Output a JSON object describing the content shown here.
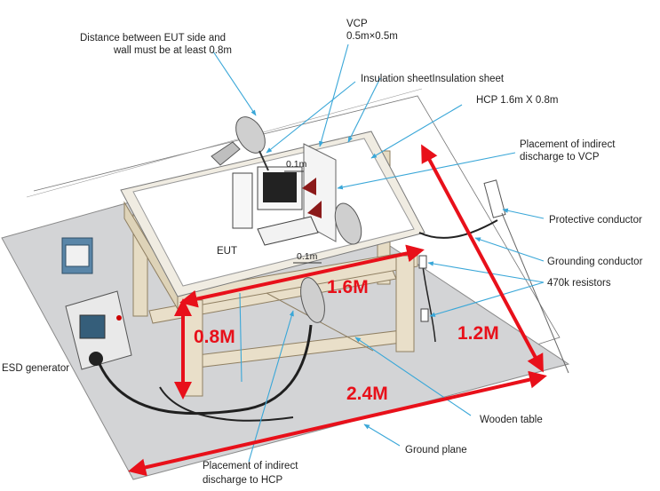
{
  "labels": {
    "distance_line1": "Distance between EUT side and",
    "distance_line2": "wall must be at least 0.8m",
    "vcp_line1": "VCP",
    "vcp_line2": "0.5m×0.5m",
    "insulation": "Insulation sheetInsulation sheet",
    "hcp": "HCP 1.6m X 0.8m",
    "indirect_vcp_line1": "Placement of indirect",
    "indirect_vcp_line2": "discharge to VCP",
    "protective": "Protective conductor",
    "grounding": "Grounding conductor",
    "resistors": "470k  resistors",
    "eut": "EUT",
    "esd": "ESD generator",
    "wooden": "Wooden table",
    "ground_plane": "Ground plane",
    "indirect_hcp_line1": "Placement of indirect",
    "indirect_hcp_line2": "discharge to HCP",
    "gap_vcp": "0.1m",
    "gap_hcp": "0.1m"
  },
  "dimensions": {
    "width_table": "1.6M",
    "height_table": "0.8M",
    "depth_plane": "1.2M",
    "width_plane": "2.4M"
  },
  "colors": {
    "dimension_red": "#e8101a",
    "leader_blue": "#3aa7d8",
    "ground_plane": "#d3d4d6",
    "table_wood": "#e9dfc9"
  }
}
